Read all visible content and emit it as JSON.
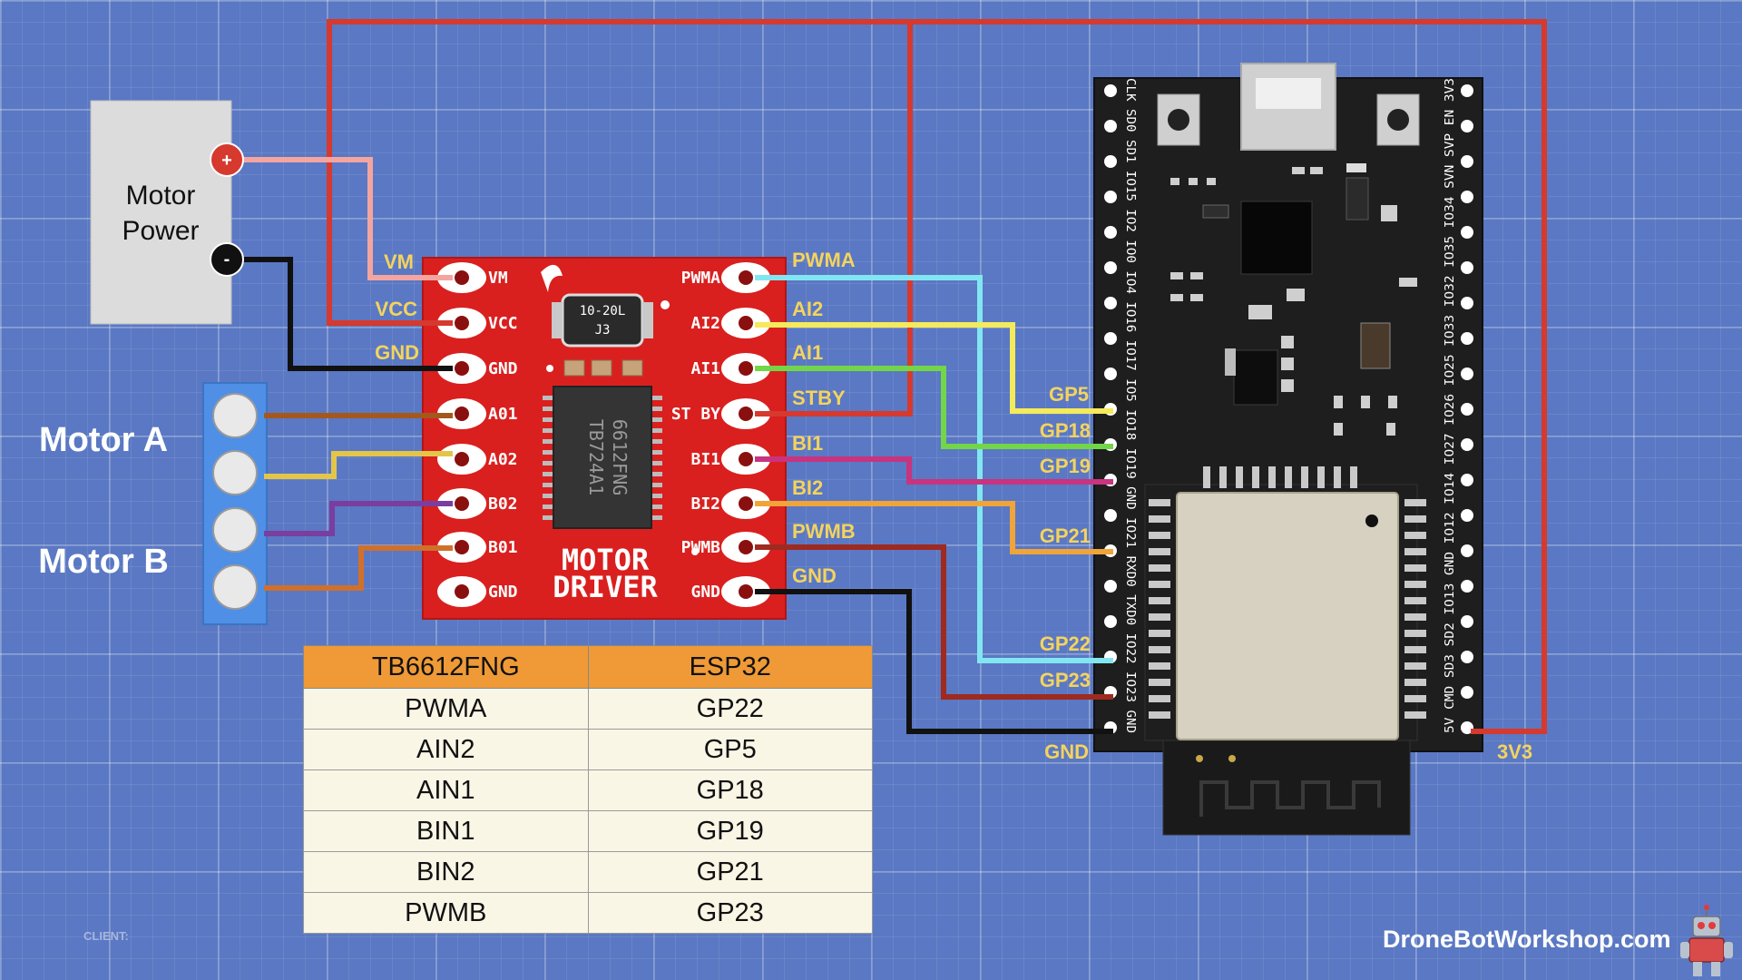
{
  "motor_power": {
    "line1": "Motor",
    "line2": "Power",
    "plus": "+",
    "minus": "-"
  },
  "motor_labels": {
    "a": "Motor A",
    "b": "Motor B"
  },
  "driver": {
    "chip_line1": "TB724A1",
    "chip_line2": "6612FNG",
    "inductor_line1": "10-20L",
    "inductor_line2": "J3",
    "title_line1": "MOTOR",
    "title_line2": "DRIVER",
    "left_pins": [
      "VM",
      "VCC",
      "GND",
      "A01",
      "A02",
      "B02",
      "B01",
      "GND"
    ],
    "right_pins": [
      "PWMA",
      "AI2",
      "AI1",
      "ST BY",
      "BI1",
      "BI2",
      "PWMB",
      "GND"
    ]
  },
  "wire_labels": {
    "left": [
      "VM",
      "VCC",
      "GND"
    ],
    "right": [
      "PWMA",
      "AI2",
      "AI1",
      "STBY",
      "BI1",
      "BI2",
      "PWMB",
      "GND"
    ],
    "esp": [
      "GP5",
      "GP18",
      "GP19",
      "GP21",
      "GP22",
      "GP23",
      "GND",
      "3V3"
    ]
  },
  "esp32": {
    "left_silk": "CLK SD0 SD1 IO15 IO2 IO0 IO4 IO16 IO17 IO5 IO18 IO19 GND IO21 RXD0 TXD0 IO22 IO23 GND",
    "right_silk": "5V CMD SD3 SD2 IO13 GND IO12 IO14 IO27 IO26 IO25 IO33 IO32 IO35 IO34 SVN SVP EN 3V3"
  },
  "table": {
    "headers": [
      "TB6612FNG",
      "ESP32"
    ],
    "rows": [
      [
        "PWMA",
        "GP22"
      ],
      [
        "AIN2",
        "GP5"
      ],
      [
        "AIN1",
        "GP18"
      ],
      [
        "BIN1",
        "GP19"
      ],
      [
        "BIN2",
        "GP21"
      ],
      [
        "PWMB",
        "GP23"
      ]
    ]
  },
  "footer": {
    "client": "CLIENT:",
    "brand": "DroneBotWorkshop.com"
  },
  "colors": {
    "red_wire": "#d6392e",
    "pink_wire": "#f4a5a0",
    "cyan_wire": "#82e6f2",
    "yellow_wire": "#f5ea5a",
    "green_wire": "#72d648",
    "magenta_wire": "#c8347f",
    "orange_wire": "#f0a43a",
    "darkred_wire": "#9e2a20",
    "board_red": "#d9201f",
    "esp_black": "#1e1e1e",
    "label_yellow": "#f4d35e",
    "table_header": "#ef9a37"
  }
}
